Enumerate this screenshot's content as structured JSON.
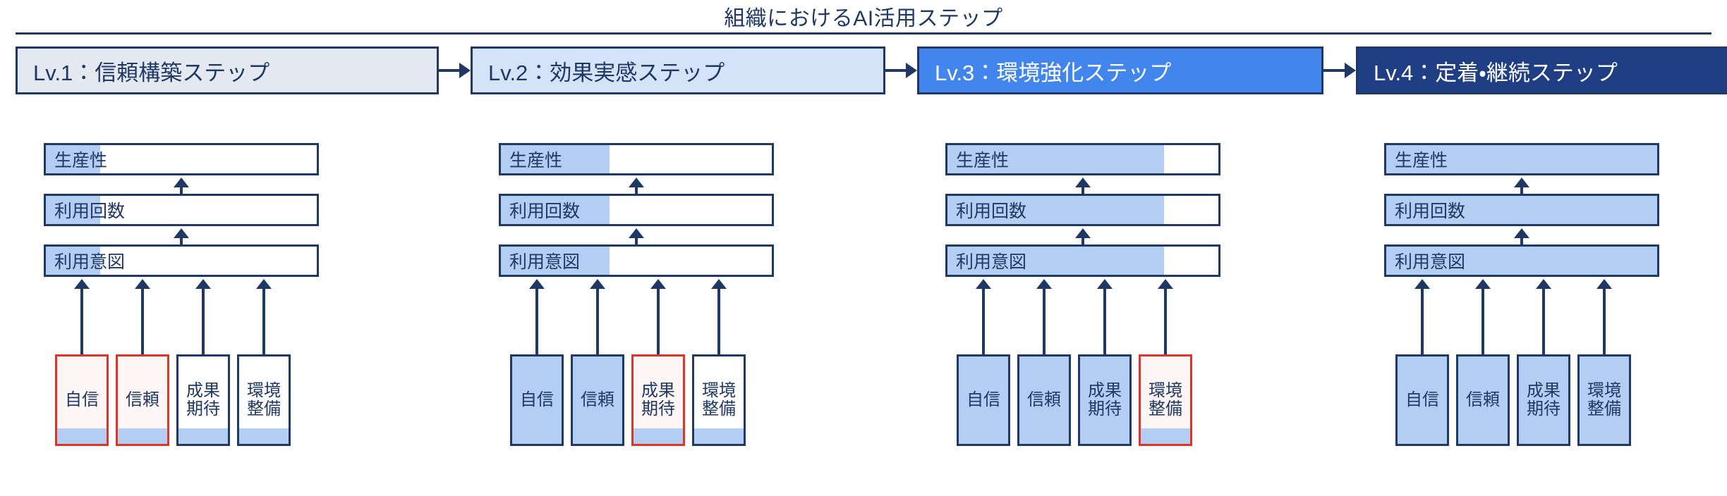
{
  "title": "組織におけるAI活用ステップ",
  "colors": {
    "navy": "#1f3864",
    "light_blue_fill": "#b4cdf2",
    "highlight_red": "#e03426",
    "stage1_bg": "#e4e8f0",
    "stage2_bg": "#d4e3f8",
    "stage3_bg": "#4285ec",
    "stage4_bg": "#1f3e84"
  },
  "stages": [
    {
      "id": "lv1",
      "header_label": "Lv.1：信頼構築ステップ",
      "header_bg": "#e4e8f0",
      "header_text_color": "#1f3864",
      "outcomes": [
        {
          "label": "生産性",
          "fill_percent": 20
        },
        {
          "label": "利用回数",
          "fill_percent": 20
        },
        {
          "label": "利用意図",
          "fill_percent": 20
        }
      ],
      "factors": [
        {
          "label": "自信",
          "fill_percent": 18,
          "highlighted": true
        },
        {
          "label": "信頼",
          "fill_percent": 18,
          "highlighted": true
        },
        {
          "label": "成果\n期待",
          "fill_percent": 18,
          "highlighted": false
        },
        {
          "label": "環境\n整備",
          "fill_percent": 18,
          "highlighted": false
        }
      ]
    },
    {
      "id": "lv2",
      "header_label": "Lv.2：効果実感ステップ",
      "header_bg": "#d4e3f8",
      "header_text_color": "#1f3864",
      "outcomes": [
        {
          "label": "生産性",
          "fill_percent": 40
        },
        {
          "label": "利用回数",
          "fill_percent": 40
        },
        {
          "label": "利用意図",
          "fill_percent": 40
        }
      ],
      "factors": [
        {
          "label": "自信",
          "fill_percent": 100,
          "highlighted": false
        },
        {
          "label": "信頼",
          "fill_percent": 100,
          "highlighted": false
        },
        {
          "label": "成果\n期待",
          "fill_percent": 18,
          "highlighted": true
        },
        {
          "label": "環境\n整備",
          "fill_percent": 18,
          "highlighted": false
        }
      ]
    },
    {
      "id": "lv3",
      "header_label": "Lv.3：環境強化ステップ",
      "header_bg": "#4285ec",
      "header_text_color": "#ffffff",
      "outcomes": [
        {
          "label": "生産性",
          "fill_percent": 80
        },
        {
          "label": "利用回数",
          "fill_percent": 80
        },
        {
          "label": "利用意図",
          "fill_percent": 80
        }
      ],
      "factors": [
        {
          "label": "自信",
          "fill_percent": 100,
          "highlighted": false
        },
        {
          "label": "信頼",
          "fill_percent": 100,
          "highlighted": false
        },
        {
          "label": "成果\n期待",
          "fill_percent": 100,
          "highlighted": false
        },
        {
          "label": "環境\n整備",
          "fill_percent": 18,
          "highlighted": true
        }
      ]
    },
    {
      "id": "lv4",
      "header_label": "Lv.4：定着・継続ステップ",
      "header_bg": "#1f3e84",
      "header_text_color": "#ffffff",
      "outcomes": [
        {
          "label": "生産性",
          "fill_percent": 100
        },
        {
          "label": "利用回数",
          "fill_percent": 100
        },
        {
          "label": "利用意図",
          "fill_percent": 100
        }
      ],
      "factors": [
        {
          "label": "自信",
          "fill_percent": 100,
          "highlighted": false
        },
        {
          "label": "信頼",
          "fill_percent": 100,
          "highlighted": false
        },
        {
          "label": "成果\n期待",
          "fill_percent": 100,
          "highlighted": false
        },
        {
          "label": "環境\n整備",
          "fill_percent": 100,
          "highlighted": false
        }
      ]
    }
  ]
}
